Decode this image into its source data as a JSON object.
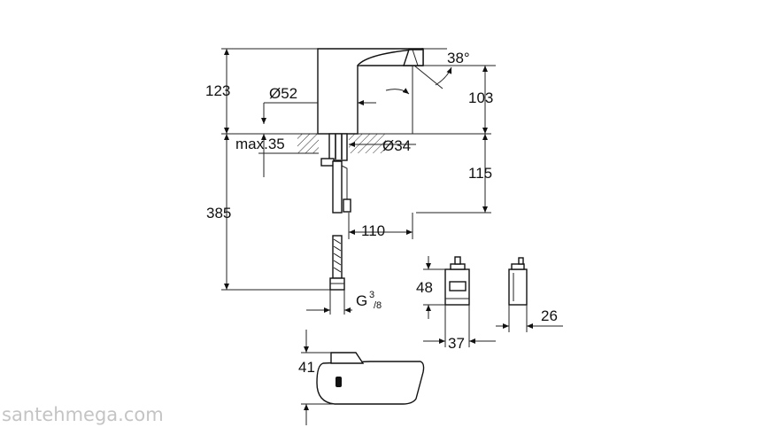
{
  "dimensions": {
    "d123": "123",
    "d52": "Ø52",
    "d38": "38°",
    "d103": "103",
    "dmax35": "max.35",
    "d34": "Ø34",
    "d115": "115",
    "d385": "385",
    "d110": "110",
    "thread_prefix": "G",
    "thread_num": "3",
    "thread_den": "/8",
    "d48": "48",
    "d37": "37",
    "d26": "26",
    "d41": "41"
  },
  "watermark": "santehmega.com"
}
